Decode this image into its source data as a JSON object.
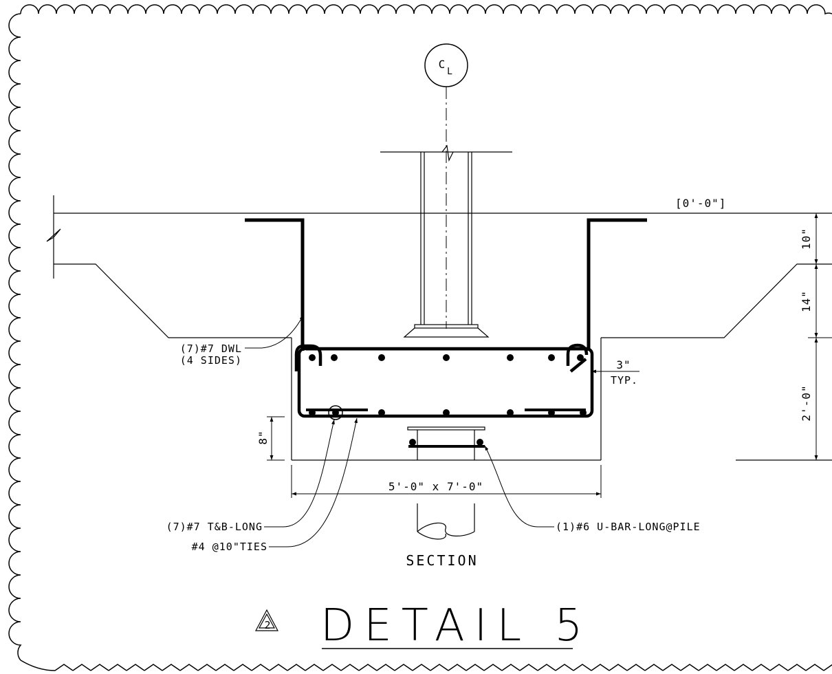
{
  "drawing": {
    "centerline_symbol": "C",
    "centerline_sub": "L",
    "elevation_label": "[0'-0\"]",
    "callouts": {
      "dowel_line1": "(7)#7 DWL",
      "dowel_line2": "(4 SIDES)",
      "long_bars": "(7)#7 T&B-LONG",
      "ties": "#4 @10\"TIES",
      "u_bar": "(1)#6 U-BAR-LONG@PILE",
      "cover": "3\"",
      "cover_note": "TYP."
    },
    "dimensions": {
      "slab_depth": "10\"",
      "haunch_depth": "14\"",
      "cap_depth": "2'-0\"",
      "pile_embed": "8\"",
      "cap_size": "5'-0\" x 7'-0\""
    },
    "section_label": "SECTION",
    "revision_number": "2",
    "title": "DETAIL 5"
  }
}
